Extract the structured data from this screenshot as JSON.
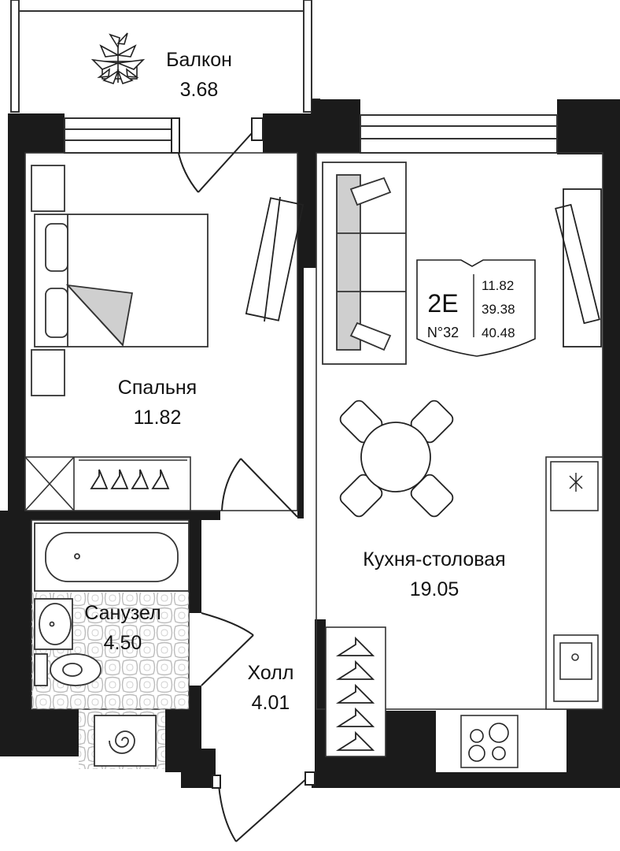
{
  "rooms": [
    {
      "id": "balcony",
      "name": "Балкон",
      "area": "3.68"
    },
    {
      "id": "bedroom",
      "name": "Спальня",
      "area": "11.82"
    },
    {
      "id": "kitchen",
      "name": "Кухня-столовая",
      "area": "19.05"
    },
    {
      "id": "bathroom",
      "name": "Санузел",
      "area": "4.50"
    },
    {
      "id": "hall",
      "name": "Холл",
      "area": "4.01"
    }
  ],
  "badge": {
    "type": "2E",
    "number": "N°32",
    "areas": [
      "11.82",
      "39.38",
      "40.48"
    ]
  },
  "colors": {
    "wall": "#1b1b1b",
    "line": "#333333",
    "fill_gray": "#cfcfcf",
    "tile": "#e6e6e6"
  }
}
